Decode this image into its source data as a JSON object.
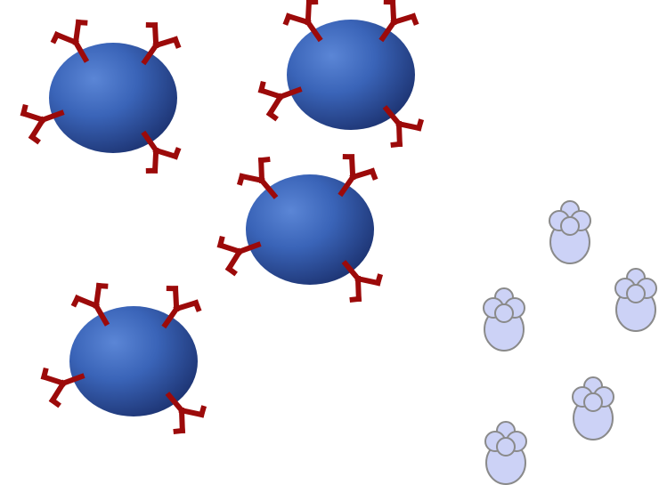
{
  "colors": {
    "background": "#ffffff",
    "bead_light": "#5b86d6",
    "bead_mid": "#3a64b8",
    "bead_dark": "#1c3270",
    "antibody": "#9c0a0a",
    "antigen_fill": "#ccd2f6",
    "antigen_stroke": "#8a8a8a"
  },
  "beads": [
    {
      "name": "coated-bead-1",
      "antibodies": 4
    },
    {
      "name": "coated-bead-2",
      "antibodies": 4
    },
    {
      "name": "coated-bead-3",
      "antibodies": 4
    },
    {
      "name": "coated-bead-4",
      "antibodies": 4
    }
  ],
  "antigens": [
    {
      "name": "antigen-particle-1"
    },
    {
      "name": "antigen-particle-2"
    },
    {
      "name": "antigen-particle-3"
    },
    {
      "name": "antigen-particle-4"
    },
    {
      "name": "antigen-particle-5"
    }
  ]
}
